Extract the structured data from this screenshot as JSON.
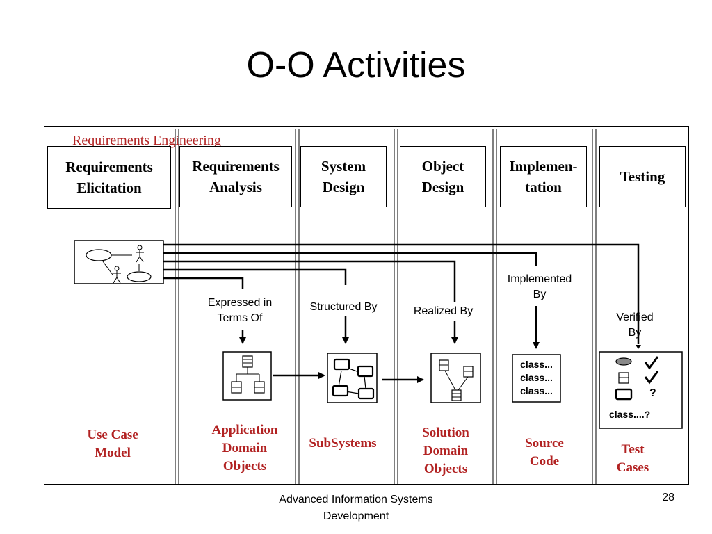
{
  "title": "O-O Activities",
  "section_label": "Requirements Engineering",
  "phases": [
    {
      "line1": "Requirements",
      "line2": "Elicitation"
    },
    {
      "line1": "Requirements",
      "line2": "Analysis"
    },
    {
      "line1": "System",
      "line2": "Design"
    },
    {
      "line1": "Object",
      "line2": "Design"
    },
    {
      "line1": "Implemen-",
      "line2": "tation"
    },
    {
      "line1": "Testing",
      "line2": ""
    }
  ],
  "relations": {
    "expressed": {
      "line1": "Expressed in",
      "line2": "Terms Of"
    },
    "structured": "Structured By",
    "realized": "Realized By",
    "implemented": {
      "line1": "Implemented",
      "line2": "By"
    },
    "verified": {
      "line1": "Verified",
      "line2": "By"
    }
  },
  "models": {
    "use_case": {
      "line1": "Use Case",
      "line2": "Model"
    },
    "application": {
      "line1": "Application",
      "line2": "Domain",
      "line3": "Objects"
    },
    "subsystems": "SubSystems",
    "solution": {
      "line1": "Solution",
      "line2": "Domain",
      "line3": "Objects"
    },
    "source": {
      "line1": "Source",
      "line2": "Code"
    },
    "test": {
      "line1": "Test",
      "line2": "Cases"
    }
  },
  "source_code_lines": [
    "class...",
    "class...",
    "class..."
  ],
  "test_case": {
    "mark_a": "?",
    "mark_b": "class....?"
  },
  "footer": {
    "course": "Advanced  Information Systems",
    "course2": "Development",
    "page": "28"
  },
  "colors": {
    "accent": "#b22222",
    "ink": "#000000"
  }
}
